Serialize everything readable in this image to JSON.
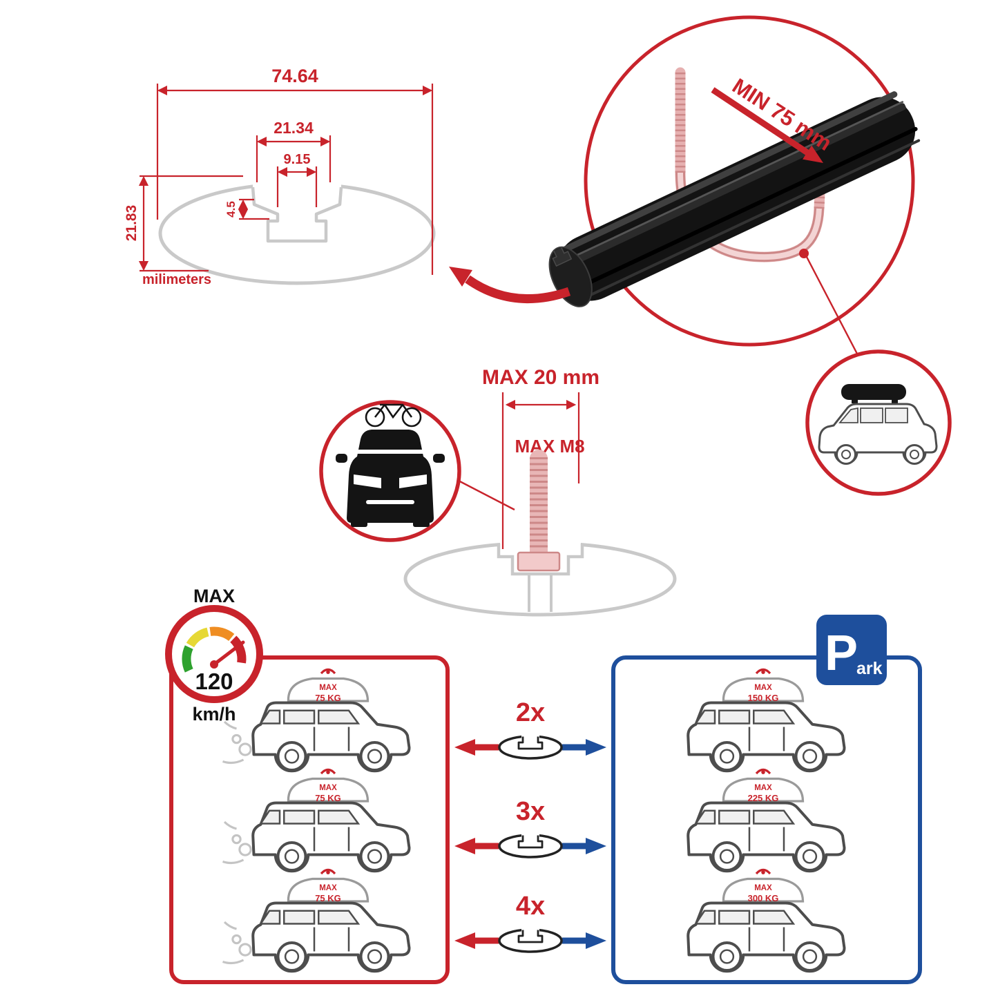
{
  "colors": {
    "red": "#c8232b",
    "blue": "#1e4f9c",
    "profile_gray": "#c9c9c9",
    "bar_black": "#131313",
    "gauge": [
      "#2ea12e",
      "#e6d835",
      "#ef8d22",
      "#c8232b"
    ]
  },
  "profile_dimensions": {
    "total_width": "74.64",
    "channel_width": "21.34",
    "slot_width": "9.15",
    "step_depth": "4.5",
    "total_height": "21.83",
    "units_label": "milimeters"
  },
  "clamp_note": {
    "min_grip": "MIN 75 mm"
  },
  "bolt_note": {
    "max_length": "MAX 20 mm",
    "max_thread": "MAX M8"
  },
  "speed_limit": {
    "label": "MAX",
    "value": "120",
    "units": "km/h"
  },
  "park_sign": {
    "initial": "P",
    "suffix": "ark"
  },
  "load_table": {
    "rows": [
      {
        "multiplier": "2x",
        "moving_label": "MAX",
        "moving_weight": "75 KG",
        "parked_label": "MAX",
        "parked_weight": "150 KG"
      },
      {
        "multiplier": "3x",
        "moving_label": "MAX",
        "moving_weight": "75 KG",
        "parked_label": "MAX",
        "parked_weight": "225 KG"
      },
      {
        "multiplier": "4x",
        "moving_label": "MAX",
        "moving_weight": "75 KG",
        "parked_label": "MAX",
        "parked_weight": "300 KG"
      }
    ]
  }
}
